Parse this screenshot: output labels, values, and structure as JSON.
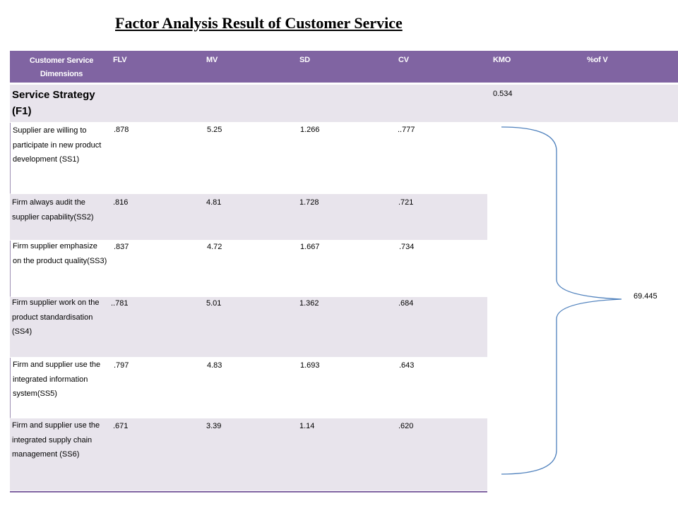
{
  "title": "Factor Analysis Result of Customer Service",
  "columns": {
    "dimensions": "Customer Service Dimensions",
    "flv": "FLV",
    "mv": "MV",
    "sd": "SD",
    "cv": "CV",
    "kmo": "KMO",
    "pct_v": "%of V"
  },
  "section": {
    "label": "Service Strategy (F1)",
    "kmo": "0.534",
    "pct_v": "69.445"
  },
  "rows": [
    {
      "label": "Supplier are willing to participate in new product development (SS1)",
      "flv": ".878",
      "mv": "5.25",
      "sd": "1.266",
      "cv": "..777"
    },
    {
      "label": "Firm always audit the supplier capability(SS2)",
      "flv": ".816",
      "mv": "4.81",
      "sd": "1.728",
      "cv": ".721"
    },
    {
      "label": "Firm supplier emphasize on the product quality(SS3)",
      "flv": ".837",
      "mv": "4.72",
      "sd": "1.667",
      "cv": ".734"
    },
    {
      "label": "Firm supplier work on the product standardisation (SS4)",
      "flv": "..781",
      "mv": "5.01",
      "sd": "1.362",
      "cv": ".684"
    },
    {
      "label": "Firm and supplier use the integrated information system(SS5)",
      "flv": ".797",
      "mv": "4.83",
      "sd": "1.693",
      "cv": ".643"
    },
    {
      "label": "Firm and supplier use the integrated supply chain management (SS6)",
      "flv": ".671",
      "mv": "3.39",
      "sd": "1.14",
      "cv": ".620"
    }
  ],
  "colors": {
    "header": "#8064a2",
    "band_shade": "#e8e4ec",
    "brace": "#4f81bd"
  }
}
